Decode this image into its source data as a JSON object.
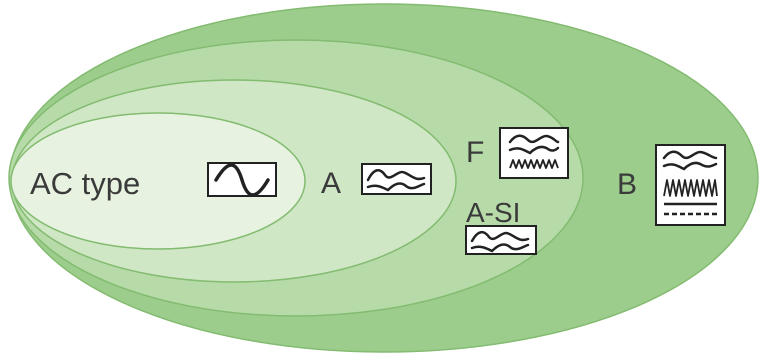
{
  "labels": {
    "ac": "AC type",
    "a": "A",
    "f": "F",
    "asi": "A-SI",
    "b": "B"
  },
  "colors": {
    "outer": "#9ccd8c",
    "ring_f": "#b6dba9",
    "ring_a": "#cfe7c4",
    "inner": "#e7f3e0",
    "edge": "#83bb70",
    "icon_stroke": "#222222",
    "icon_fill": "#ffffff",
    "text": "#3a3a3a"
  },
  "icons": {
    "ac": "sine-wave-icon",
    "a": "double-half-wave-icon",
    "f": "multi-frequency-wave-icon",
    "asi": "double-half-wave-icon",
    "b": "smooth-dc-composite-wave-icon"
  }
}
